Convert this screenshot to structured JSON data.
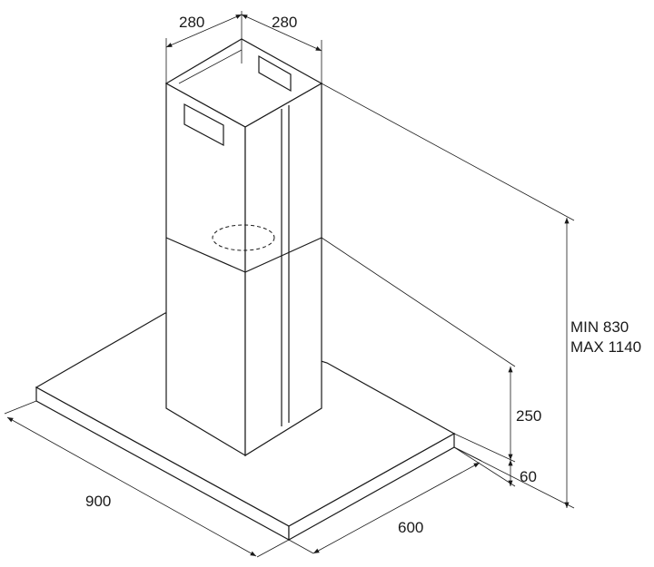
{
  "diagram": {
    "dimensions": {
      "width_left_top": "280",
      "width_right_top": "280",
      "height_min": "MIN 830",
      "height_max": "MAX 1140",
      "chimney_offset": "250",
      "hood_thickness": "60",
      "hood_width": "900",
      "hood_depth": "600"
    }
  }
}
